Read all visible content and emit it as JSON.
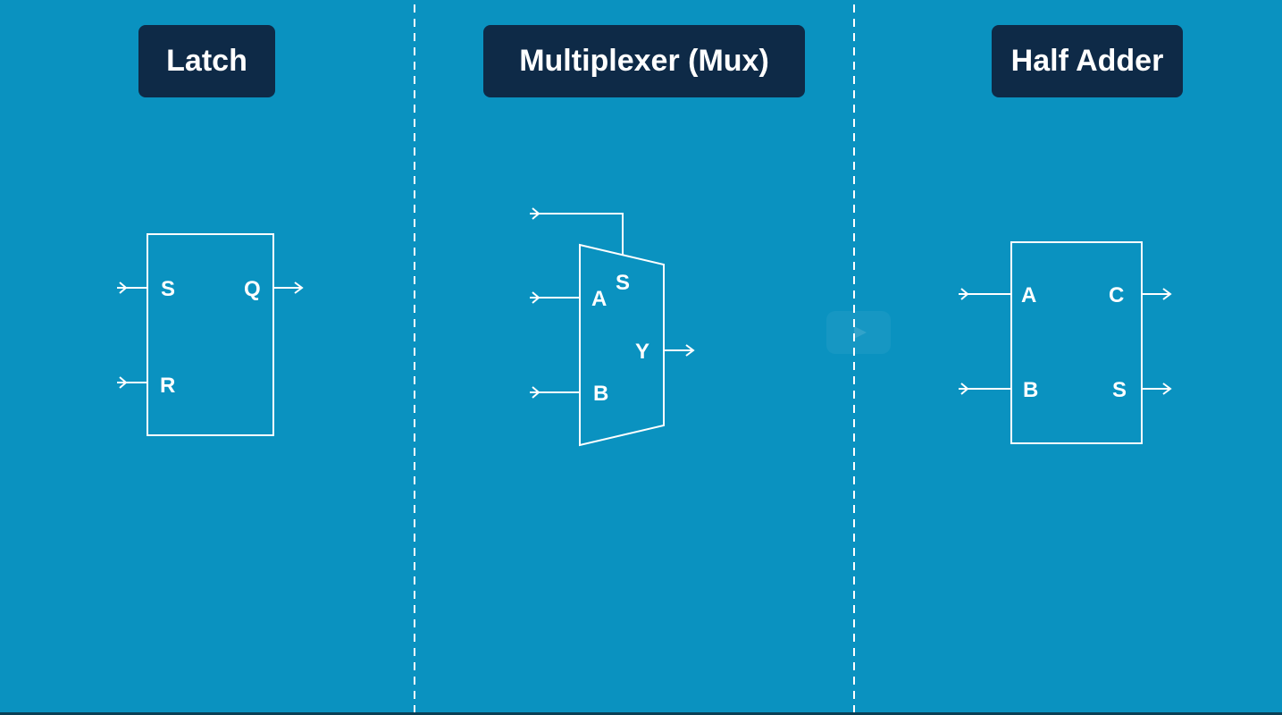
{
  "colors": {
    "background": "#0a92c0",
    "title_box": "#0e2a47",
    "line": "#ffffff"
  },
  "panels": {
    "latch": {
      "title": "Latch",
      "inputs": [
        "S",
        "R"
      ],
      "outputs": [
        "Q"
      ]
    },
    "mux": {
      "title": "Multiplexer (Mux)",
      "select": "S",
      "inputs": [
        "A",
        "B"
      ],
      "output": "Y"
    },
    "adder": {
      "title": "Half Adder",
      "inputs": [
        "A",
        "B"
      ],
      "outputs": [
        "C",
        "S"
      ]
    }
  },
  "icons": {
    "arrow": "arrow-right-icon",
    "play": "play-icon"
  }
}
